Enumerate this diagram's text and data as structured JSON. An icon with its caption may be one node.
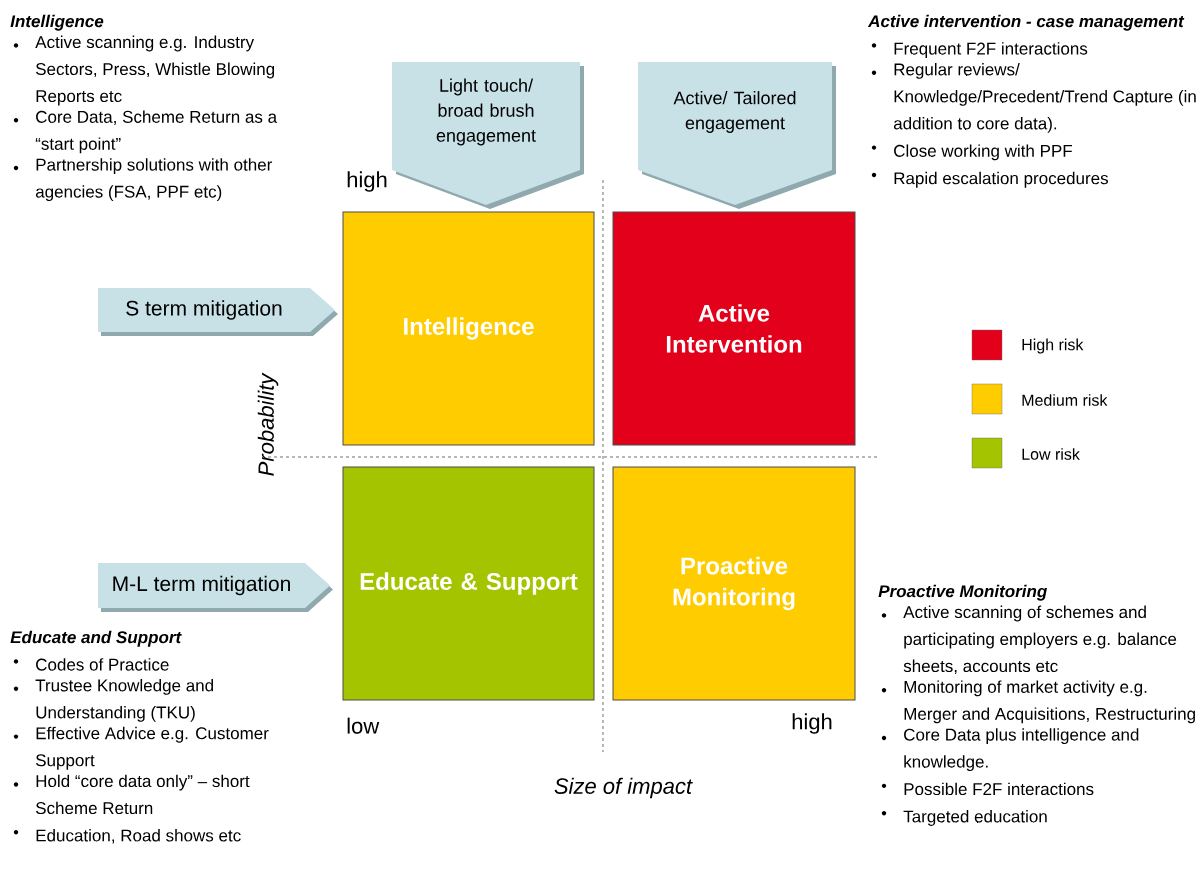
{
  "diagram": {
    "nodes": [
      {
        "text": [
          "Intelligence"
        ]
      },
      {
        "text": [
          "Active Intervention"
        ]
      },
      {
        "text": [
          "Educate & Support"
        ]
      },
      {
        "text": [
          "Proactive Monitoring"
        ]
      },
      {
        "text": [
          "Light touch/ broad brush engagement"
        ]
      },
      {
        "text": [
          "Active/ Tailored engagement"
        ]
      },
      {
        "text": [
          "S term mitigation"
        ]
      },
      {
        "text": [
          "M-L term mitigation"
        ]
      }
    ],
    "labels": [
      "Intelligence",
      "Active scanning e.g. Industry Sectors, Press, Whistle Blowing Reports etc",
      "Core Data, Scheme Return as a “start point”",
      "Partnership solutions with other agencies (FSA, PPF etc)",
      "Active intervention - case management",
      "Frequent F2F interactions",
      "Regular reviews/ Knowledge/Precedent/Trend Capture (in addition to core data).",
      "Close working with PPF",
      "Rapid escalation procedures",
      "high",
      "Probability",
      "Educate and Support",
      "Codes of Practice",
      "Trustee Knowledge and Understanding (TKU)",
      "Effective Advice e.g. Customer Support",
      "Hold “core data only” – short Scheme Return",
      "Education, Road shows etc",
      "low",
      "high",
      "Size of impact",
      "Proactive Monitoring",
      "Active scanning of schemes and participating employers e.g. balance sheets, accounts etc",
      "Monitoring of market activity e.g. Merger and Acquisitions, Restructuring",
      "Core Data plus intelligence and knowledge.",
      "Possible F2F interactions",
      "Targeted education"
    ],
    "legend": [
      {
        "text": "High risk",
        "color": "#e2001a"
      },
      {
        "text": "Medium risk",
        "color": "#ffcc00"
      },
      {
        "text": "Low risk",
        "color": "#a5c400"
      }
    ]
  }
}
